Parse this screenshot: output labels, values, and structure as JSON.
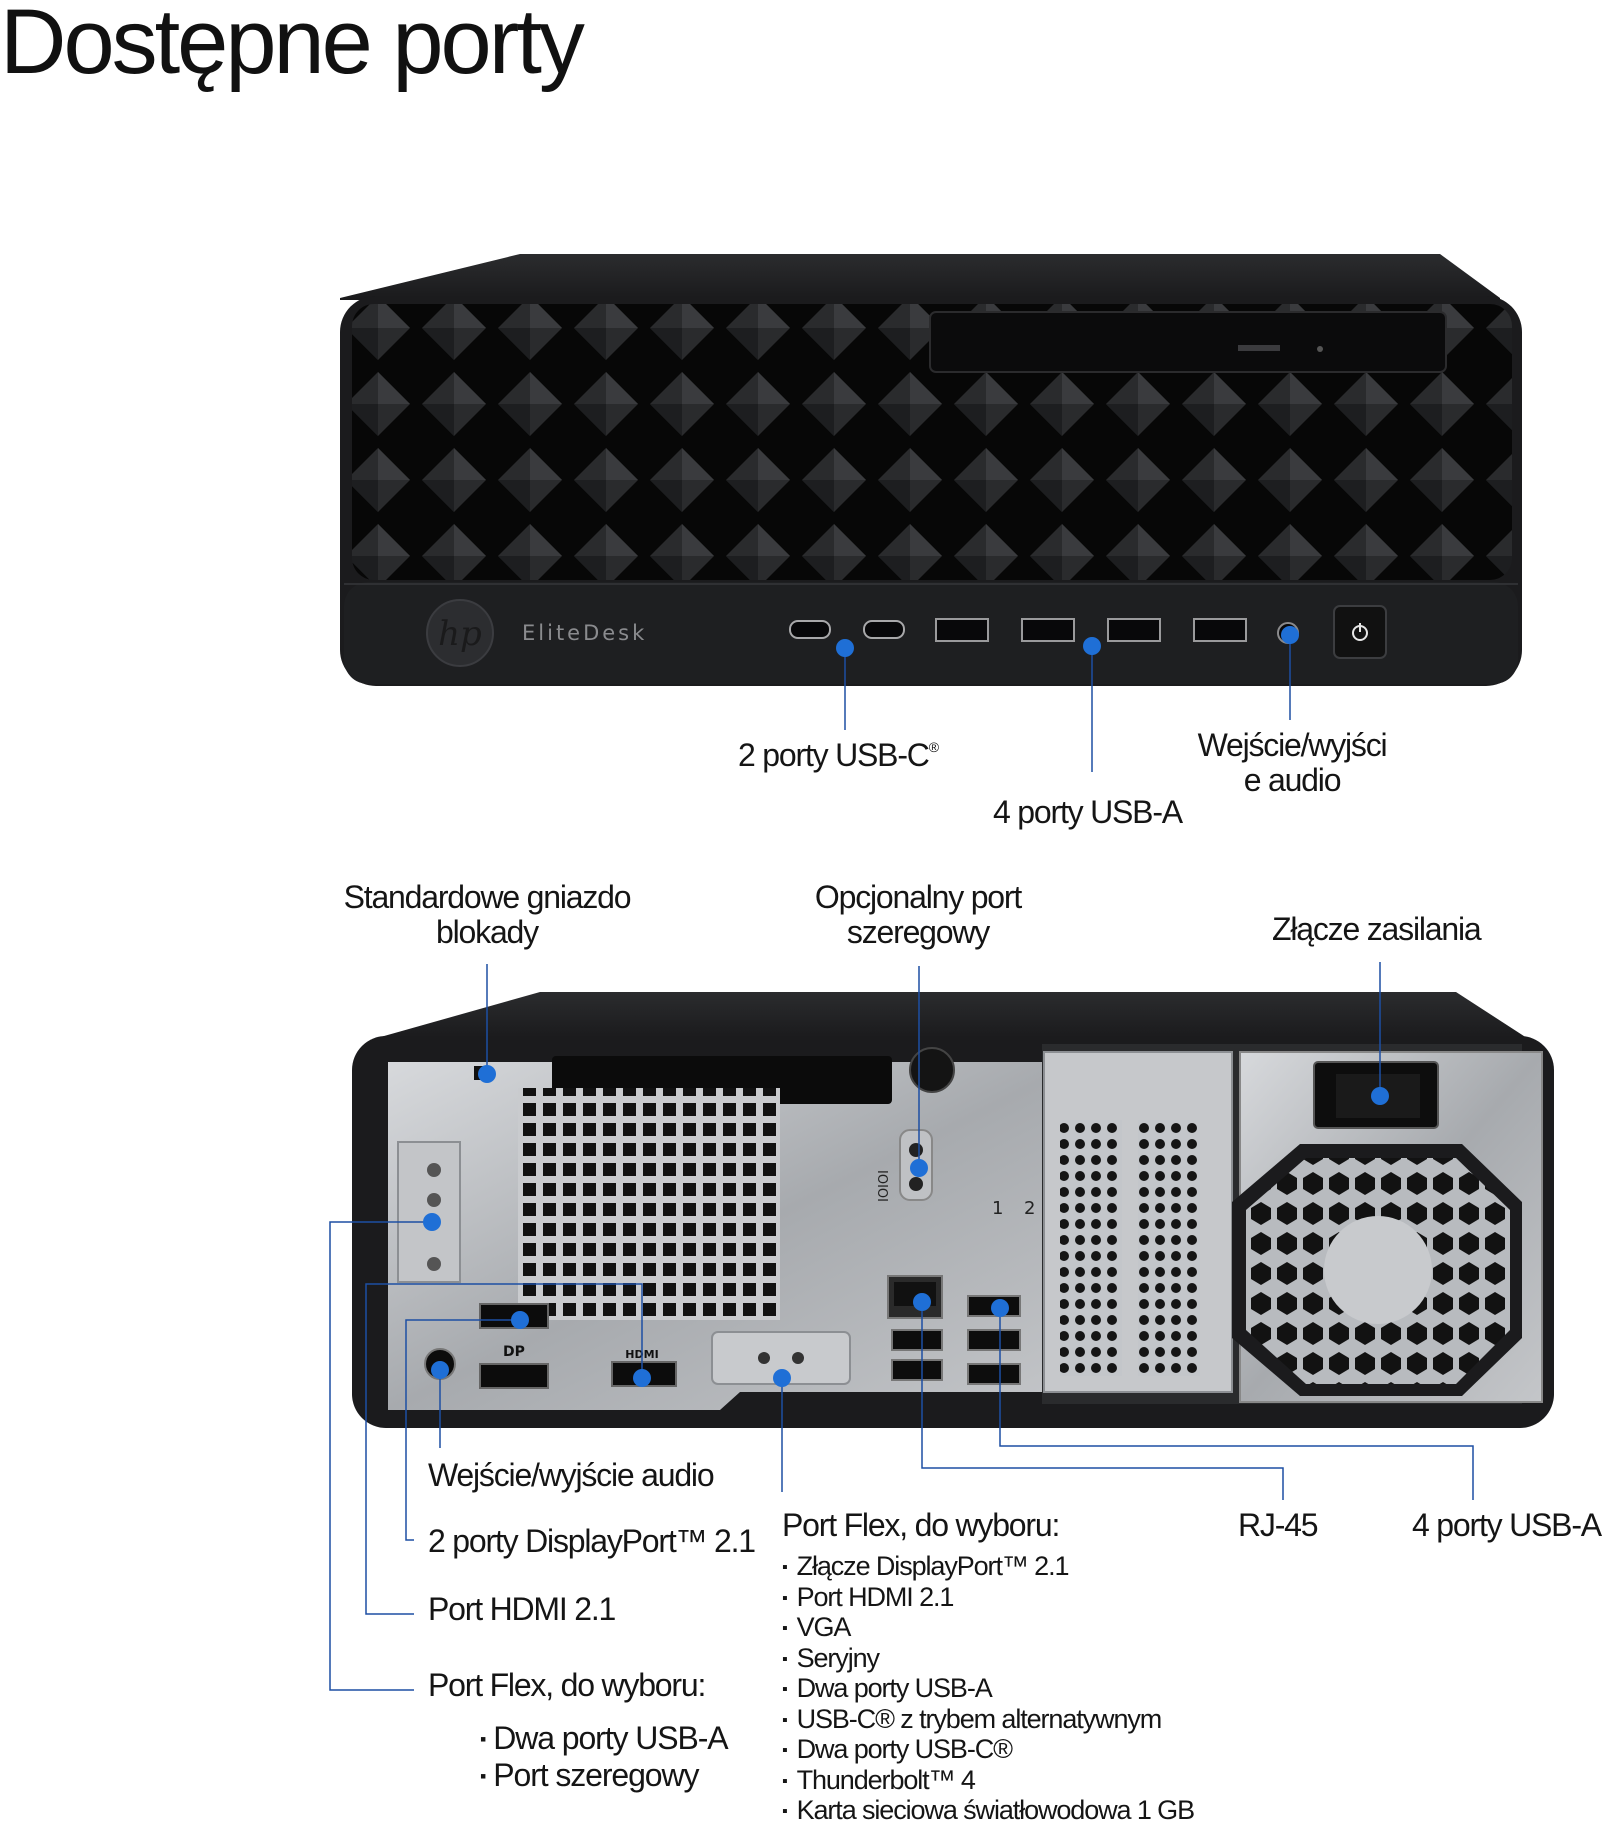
{
  "title": "Dostępne porty",
  "colors": {
    "accent": "#1f6fd6",
    "leader_line": "#1d4fa3",
    "chassis": "#1c1c1e",
    "metal": "#a9acb0"
  },
  "front": {
    "brand": "EliteDesk",
    "labels": {
      "usbc": "2 porty USB-C",
      "usbc_mark": "®",
      "usba": "4 porty USB-A",
      "audio_line1": "Wejście/wyjści",
      "audio_line2": "e audio"
    }
  },
  "rear": {
    "labels": {
      "lock_line1": "Standardowe gniazdo",
      "lock_line2": "blokady",
      "serial_line1": "Opcjonalny port",
      "serial_line2": "szeregowy",
      "power": "Złącze zasilania",
      "audio": "Wejście/wyjście audio",
      "dp": "2 porty DisplayPort™ 2.1",
      "hdmi": "Port HDMI 2.1",
      "flex_left": "Port Flex, do wyboru:",
      "flex_middle": "Port Flex, do wyboru:",
      "rj45": "RJ-45",
      "usba": "4 porty USB-A"
    },
    "flex_left_options": [
      "Dwa porty USB-A",
      "Port szeregowy"
    ],
    "flex_middle_options": [
      "Złącze DisplayPort™ 2.1",
      "Port HDMI 2.1",
      "VGA",
      "Seryjny",
      "Dwa porty USB-A",
      "USB-C® z trybem alternatywnym",
      "Dwa porty USB-C®",
      "Thunderbolt™ 4",
      "Karta sieciowa światłowodowa 1 GB"
    ],
    "port_marks": {
      "hdmi": "HDMI",
      "dp": "DP",
      "serial": "IOIOI",
      "slot1": "1",
      "slot2": "2"
    }
  }
}
